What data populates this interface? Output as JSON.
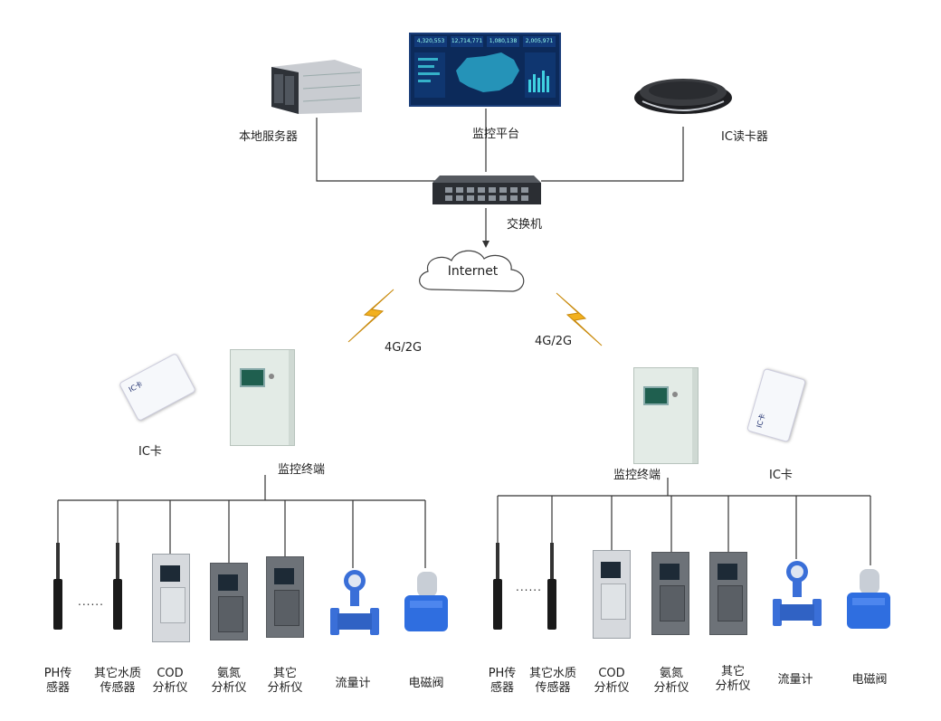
{
  "top": {
    "server_label": "本地服务器",
    "platform_label": "监控平台",
    "reader_label": "IC读卡器",
    "switch_label": "交换机",
    "cloud_label": "Internet",
    "screen_stats": [
      "4,320,553",
      "12,714,771",
      "1,080,138",
      "2,005,971"
    ]
  },
  "links": {
    "left_label": "4G/2G",
    "right_label": "4G/2G"
  },
  "left_site": {
    "card_label": "IC卡",
    "card_text": "IC卡",
    "terminal_label": "监控终端",
    "ellipsis": "......",
    "devices": [
      {
        "line1": "PH传",
        "line2": "感器"
      },
      {
        "line1": "其它水质",
        "line2": "传感器"
      },
      {
        "line1": "COD",
        "line2": "分析仪"
      },
      {
        "line1": "氨氮",
        "line2": "分析仪"
      },
      {
        "line1": "其它",
        "line2": "分析仪"
      },
      {
        "line1": "流量计",
        "line2": ""
      },
      {
        "line1": "电磁阀",
        "line2": ""
      }
    ]
  },
  "right_site": {
    "card_label": "IC卡",
    "card_text": "IC卡",
    "terminal_label": "监控终端",
    "ellipsis": "......",
    "devices": [
      {
        "line1": "PH传",
        "line2": "感器"
      },
      {
        "line1": "其它水质",
        "line2": "传感器"
      },
      {
        "line1": "COD",
        "line2": "分析仪"
      },
      {
        "line1": "氨氮",
        "line2": "分析仪"
      },
      {
        "line1": "其它",
        "line2": "分析仪"
      },
      {
        "line1": "流量计",
        "line2": ""
      },
      {
        "line1": "电磁阀",
        "line2": ""
      }
    ]
  },
  "colors": {
    "line": "#333333",
    "bolt": "#f2b01e",
    "screen": "#0c2a5a",
    "flowmeter": "#3a6fd8",
    "valve": "#2f6ee0"
  }
}
